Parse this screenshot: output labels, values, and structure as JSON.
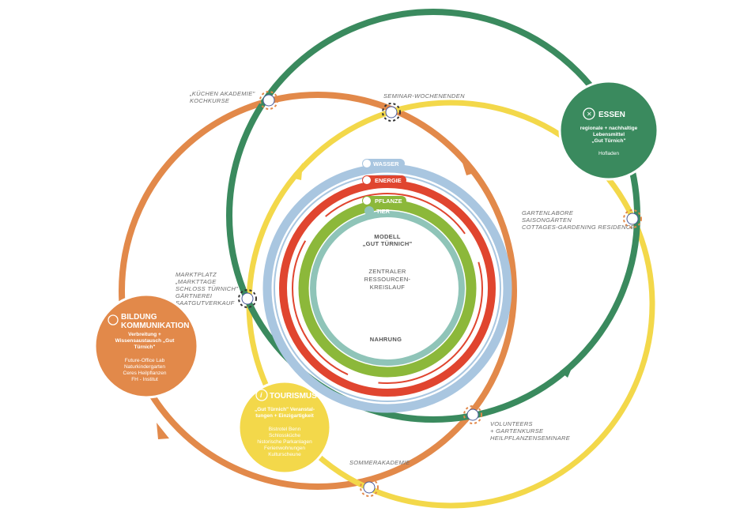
{
  "colors": {
    "green": "#3a8a5e",
    "orange": "#e2894a",
    "yellow": "#f3d84a",
    "blue": "#a9c6e0",
    "red": "#e0452f",
    "lime": "#8cb83a",
    "teal": "#8fc4b8"
  },
  "center": {
    "title": "MODELL",
    "subtitle": "„GUT TÜRNICH\"",
    "line1": "ZENTRALER",
    "line2": "RESSOURCEN-",
    "line3": "KREISLAUF",
    "bottom": "NAHRUNG"
  },
  "rings": [
    {
      "label": "WASSER",
      "icon": "water-drop-icon"
    },
    {
      "label": "ENERGIE",
      "icon": "recycle-icon"
    },
    {
      "label": "PFLANZE",
      "icon": "leaf-icon"
    },
    {
      "label": "TIER",
      "icon": "check-icon"
    }
  ],
  "nodes": {
    "essen": {
      "title": "ESSEN",
      "icon": "cutlery-icon",
      "desc": [
        "regionale + nachhaltige",
        "Lebensmittel",
        "„Gut Türnich\""
      ],
      "items": [
        "Hofladen"
      ]
    },
    "bildung": {
      "title1": "BILDUNG",
      "title2": "KOMMUNIKATION",
      "icon": "lightbulb-icon",
      "desc": [
        "Verbreitung +",
        "Wissensaustausch „Gut",
        "Türnich\""
      ],
      "items": [
        "Future-Office Lab",
        "Naturkindergarten",
        "Ceres Heilpflanzen",
        "FH - Institut"
      ]
    },
    "tourismus": {
      "title": "TOURISMUS",
      "icon": "info-icon",
      "desc": [
        "„Gut Türnich\" Veranstal-",
        "tungen + Einzigartigkeit"
      ],
      "items": [
        "Bistrotel Benn",
        "Schlossküche",
        "historische Parkanlagen",
        "Ferienwohnungen",
        "Kulturscheune"
      ]
    }
  },
  "labels": {
    "kuechen": [
      "„KÜCHEN AKADEMIE\"",
      "KOCHKURSE"
    ],
    "seminar": [
      "SEMINAR-WOCHENENDEN"
    ],
    "garten": [
      "GARTENLABORE",
      "SAISONGÄRTEN",
      "COTTAGES-GARDENING RESIDENCE"
    ],
    "markt": [
      "MARKTPLATZ",
      "„MARKTTAGE",
      "SCHLOSS TÜRNICH\"",
      "GÄRTNEREI",
      "SAATGUTVERKAUF"
    ],
    "volunteers": [
      "VOLUNTEERS",
      "+ GARTENKURSE",
      "HEILPFLANZENSEMINARE"
    ],
    "sommer": [
      "SOMMERAKADEMIE"
    ]
  }
}
